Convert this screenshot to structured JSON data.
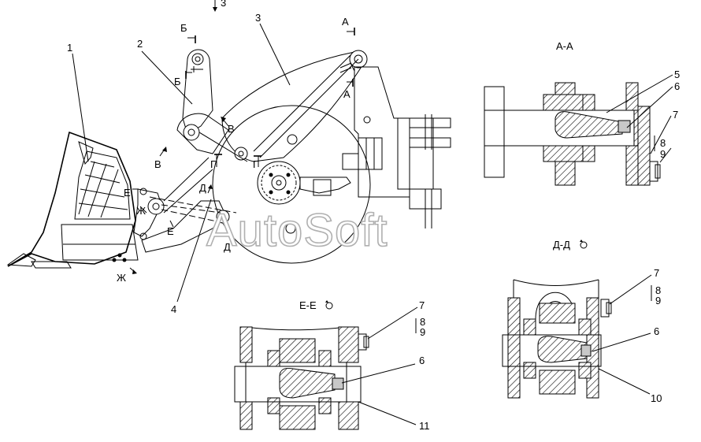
{
  "watermark": "AutoSoft",
  "colors": {
    "line": "#000000",
    "fill_grey": "#c8c8c8",
    "hatch": "#000000",
    "watermark_outline": "#b0b0b0"
  },
  "main_view": {
    "arrow_view_label": "3",
    "callouts": {
      "c1": "1",
      "c2": "2",
      "c3": "3",
      "c4": "4"
    },
    "cut_marks": {
      "b_top": "Б",
      "b_bottom": "Б",
      "a_top": "А",
      "a_bottom": "А",
      "v_right": "В",
      "v_left": "В",
      "g_left": "Г",
      "g_right": "Г",
      "d_top": "Д",
      "d_bottom": "Д",
      "e_top": "Е",
      "e_bottom": "Е",
      "zh_top": "Ж",
      "zh_bottom": "Ж"
    }
  },
  "section_aa": {
    "title": "А-А",
    "callouts": {
      "c5": "5",
      "c6": "6",
      "c7": "7",
      "c8": "8",
      "c9": "9"
    }
  },
  "section_dd": {
    "title": "Д-Д",
    "rotate_icon": "rotate-icon",
    "callouts": {
      "c7": "7",
      "c8": "8",
      "c9": "9",
      "c6": "6",
      "c10": "10"
    }
  },
  "section_ee": {
    "title": "Е-Е",
    "rotate_icon": "rotate-icon",
    "callouts": {
      "c7": "7",
      "c8": "8",
      "c9": "9",
      "c6": "6",
      "c11": "11"
    }
  }
}
